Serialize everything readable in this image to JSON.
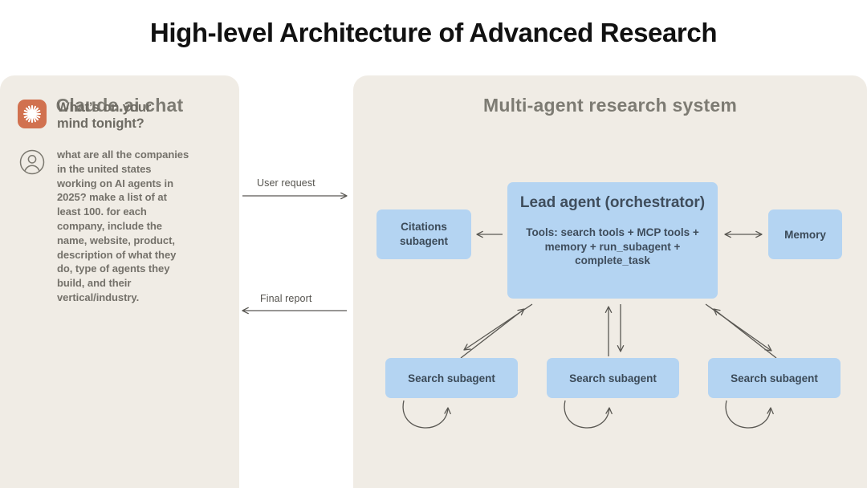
{
  "title": "High-level Architecture of Advanced Research",
  "colors": {
    "page_background": "#ffffff",
    "panel_background": "#f0ece5",
    "node_fill": "#b4d4f2",
    "node_text": "#3b4a58",
    "panel_heading_text": "#7d7b73",
    "title_text": "#111111",
    "connector_stroke": "#5a5853",
    "claude_logo_background": "#d1714f"
  },
  "left_panel": {
    "heading": "Claude.ai chat",
    "assistant_message": {
      "icon": "claude-starburst-icon",
      "text": "What’s on your mind tonight?"
    },
    "user_message": {
      "icon": "user-avatar-icon",
      "text": "what are all the companies in the united states working on AI agents in 2025? make a list of at least 100. for each company, include the name, website, product, description of what they do, type of agents they build, and their vertical/industry."
    }
  },
  "flow_labels": {
    "user_request": "User request",
    "final_report": "Final report"
  },
  "right_panel": {
    "heading": "Multi-agent research system",
    "nodes": {
      "citations": "Citations subagent",
      "memory": "Memory",
      "lead_agent": {
        "title": "Lead agent (orchestrator)",
        "tools": "Tools: search tools + MCP tools + memory + run_subagent + complete_task"
      },
      "search_subagents": [
        "Search subagent",
        "Search subagent",
        "Search subagent"
      ]
    }
  }
}
